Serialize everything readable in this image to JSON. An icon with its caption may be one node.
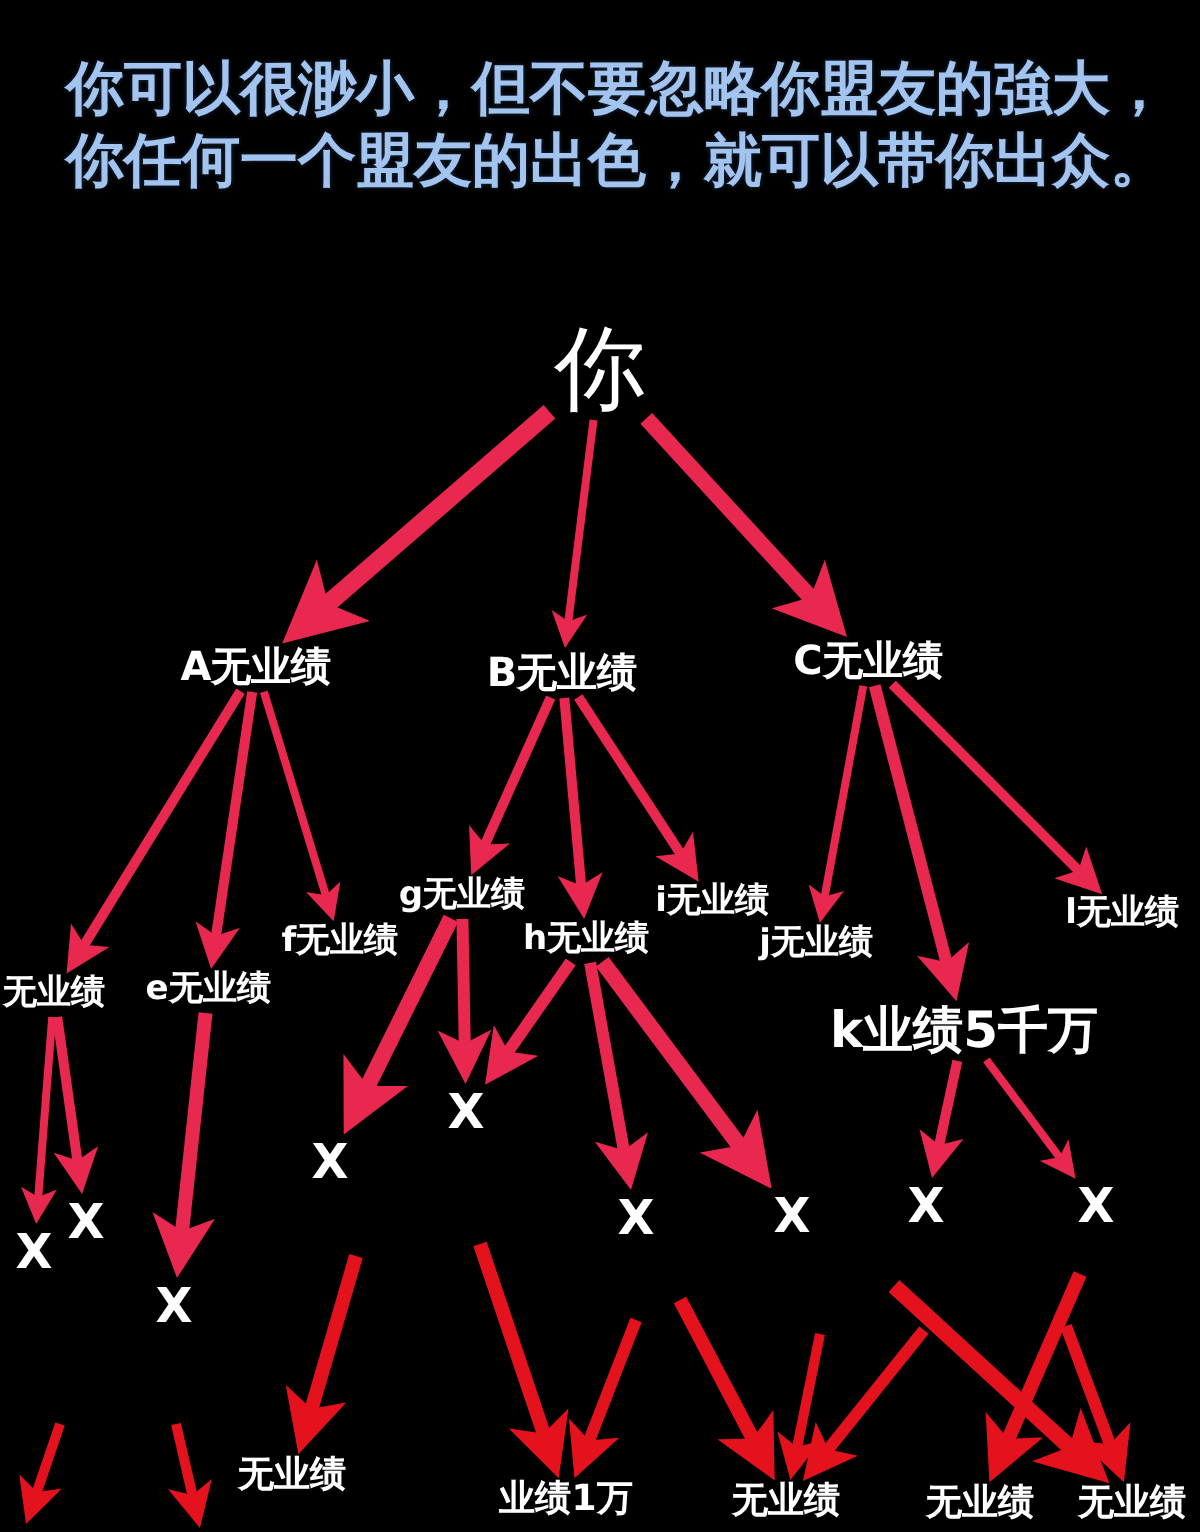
{
  "diagram": {
    "title": "你可以很渺小，但不要忽略你盟友的強大，你任何一个盟友的出色，就可以带你出众。",
    "nodes": [
      {
        "text": [
          "你"
        ]
      },
      {
        "text": [
          "A无业绩"
        ]
      },
      {
        "text": [
          "B无业绩"
        ]
      },
      {
        "text": [
          "C无业绩"
        ]
      },
      {
        "text": [
          "无业绩"
        ]
      },
      {
        "text": [
          "e无业绩"
        ]
      },
      {
        "text": [
          "f无业绩"
        ]
      },
      {
        "text": [
          "g无业绩"
        ]
      },
      {
        "text": [
          "h无业绩"
        ]
      },
      {
        "text": [
          "i无业绩"
        ]
      },
      {
        "text": [
          "j无业绩"
        ]
      },
      {
        "text": [
          "k业绩5千万"
        ]
      },
      {
        "text": [
          "l无业绩"
        ]
      },
      {
        "text": [
          "X"
        ]
      },
      {
        "text": [
          "X"
        ]
      },
      {
        "text": [
          "X"
        ]
      },
      {
        "text": [
          "X"
        ]
      },
      {
        "text": [
          "X"
        ]
      },
      {
        "text": [
          "X"
        ]
      },
      {
        "text": [
          "X"
        ]
      },
      {
        "text": [
          "X"
        ]
      },
      {
        "text": [
          "X"
        ]
      },
      {
        "text": [
          "无业绩"
        ]
      },
      {
        "text": [
          "业绩1万"
        ]
      },
      {
        "text": [
          "无业绩"
        ]
      },
      {
        "text": [
          "无业绩"
        ]
      },
      {
        "text": [
          "无业绩"
        ]
      }
    ],
    "edges": [
      {
        "from": 0,
        "to": 1,
        "arrow": "to"
      },
      {
        "from": 0,
        "to": 2,
        "arrow": "to"
      },
      {
        "from": 0,
        "to": 3,
        "arrow": "to"
      },
      {
        "from": 1,
        "to": 4,
        "arrow": "to"
      },
      {
        "from": 1,
        "to": 5,
        "arrow": "to"
      },
      {
        "from": 1,
        "to": 6,
        "arrow": "to"
      },
      {
        "from": 2,
        "to": 7,
        "arrow": "to"
      },
      {
        "from": 2,
        "to": 8,
        "arrow": "to"
      },
      {
        "from": 2,
        "to": 9,
        "arrow": "to"
      },
      {
        "from": 3,
        "to": 10,
        "arrow": "to"
      },
      {
        "from": 3,
        "to": 11,
        "arrow": "to"
      },
      {
        "from": 3,
        "to": 12,
        "arrow": "to"
      },
      {
        "from": 4,
        "to": 13,
        "arrow": "to"
      },
      {
        "from": 4,
        "to": 14,
        "arrow": "to"
      },
      {
        "from": 5,
        "to": 15,
        "arrow": "to"
      },
      {
        "from": 7,
        "to": 16,
        "arrow": "to"
      },
      {
        "from": 7,
        "to": 17,
        "arrow": "to"
      },
      {
        "from": 8,
        "to": 17,
        "arrow": "to"
      },
      {
        "from": 8,
        "to": 18,
        "arrow": "to"
      },
      {
        "from": 8,
        "to": 19,
        "arrow": "to"
      },
      {
        "from": 11,
        "to": 20,
        "arrow": "to"
      },
      {
        "from": 11,
        "to": 21,
        "arrow": "to"
      },
      {
        "from": null,
        "to": 22,
        "arrow": "to",
        "color": "#e3121d"
      },
      {
        "from": null,
        "to": 23,
        "arrow": "to",
        "color": "#e3121d"
      },
      {
        "from": null,
        "to": 23,
        "arrow": "to",
        "color": "#e3121d"
      },
      {
        "from": null,
        "to": 24,
        "arrow": "to",
        "color": "#e3121d"
      },
      {
        "from": null,
        "to": 24,
        "arrow": "to",
        "color": "#e3121d"
      },
      {
        "from": null,
        "to": 24,
        "arrow": "to",
        "color": "#e3121d"
      },
      {
        "from": null,
        "to": 26,
        "arrow": "to",
        "color": "#e3121d"
      },
      {
        "from": null,
        "to": 25,
        "arrow": "to",
        "color": "#e3121d"
      },
      {
        "from": null,
        "to": 26,
        "arrow": "to",
        "color": "#e3121d"
      }
    ]
  }
}
